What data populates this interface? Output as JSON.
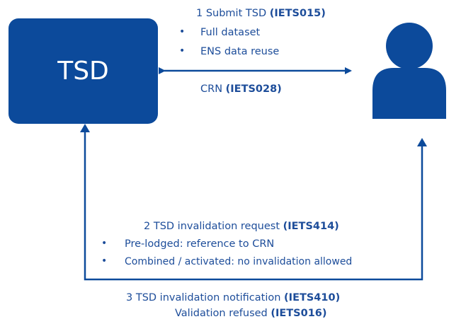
{
  "tsd_box": {
    "label": "TSD"
  },
  "submit": {
    "title": "1 Submit TSD",
    "code": "(IETS015)",
    "bullets": [
      "Full dataset",
      "ENS data reuse"
    ]
  },
  "crn": {
    "label": "CRN",
    "code": "(IETS028)"
  },
  "invalidation_request": {
    "title": "2 TSD invalidation request",
    "code": "(IETS414)",
    "bullets": [
      "Pre-lodged: reference to CRN",
      "Combined / activated: no invalidation allowed"
    ]
  },
  "invalidation_notification": {
    "title": "3 TSD invalidation notification",
    "code": "(IETS410)",
    "refused_label": "Validation refused",
    "refused_code": "(IETS016)"
  },
  "colors": {
    "primary": "#0c4a9b",
    "text": "#1d4d9a",
    "box_text": "#ffffff"
  },
  "icons": {
    "actor": "person-icon",
    "bullet": "bullet-dot"
  }
}
